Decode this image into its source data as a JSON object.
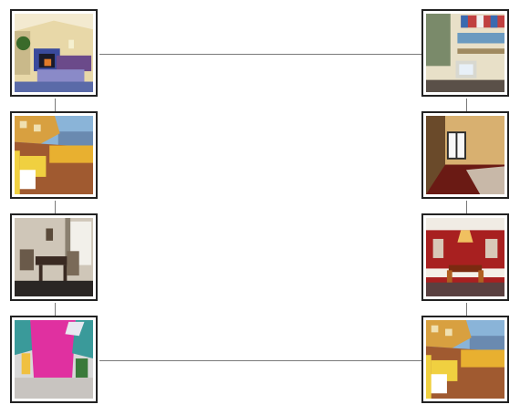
{
  "diagram": {
    "left_column": [
      {
        "scene": "living-room"
      },
      {
        "scene": "balcony-terrace"
      },
      {
        "scene": "dining-room-vintage"
      },
      {
        "scene": "attic-pink-room"
      }
    ],
    "right_column": [
      {
        "scene": "office-desk"
      },
      {
        "scene": "empty-room-window"
      },
      {
        "scene": "dining-room-red"
      },
      {
        "scene": "balcony-terrace"
      }
    ]
  }
}
